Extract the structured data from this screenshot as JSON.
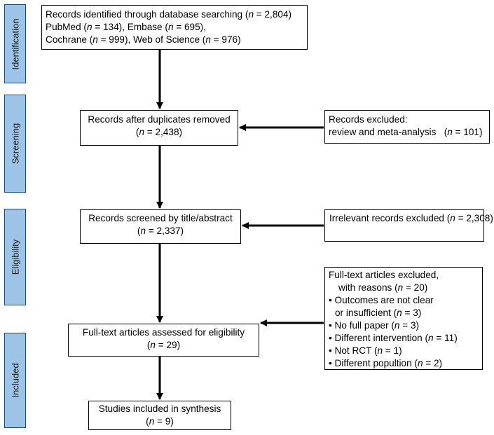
{
  "stages": {
    "identification": "Identification",
    "screening": "Screening",
    "eligibility": "Eligibility",
    "included": "Included"
  },
  "main": {
    "identified": {
      "line1_text": "Records identified through database searching (",
      "line1_n": "n",
      "line1_tail": " = 2,804)",
      "line2_a": "PubMed (",
      "line2_n1": "n",
      "line2_b": " = 134), Embase (",
      "line2_n2": "n",
      "line2_c": " = 695),",
      "line3_a": "Cochrane (",
      "line3_n1": "n",
      "line3_b": " = 999), Web of Science (",
      "line3_n2": "n",
      "line3_c": " = 976)"
    },
    "after_duplicates": {
      "line1": "Records after duplicates removed",
      "line2_open": "(",
      "line2_n": "n",
      "line2_tail": " = 2,438)"
    },
    "screened": {
      "line1": "Records screened by title/abstract",
      "line2_open": "(",
      "line2_n": "n",
      "line2_tail": " = 2,337)"
    },
    "fulltext": {
      "line1": "Full-text articles assessed for eligibility",
      "line2_open": "(",
      "line2_n": "n",
      "line2_tail": " = 29)"
    },
    "included": {
      "line1": "Studies included in synthesis",
      "line2_open": "(",
      "line2_n": "n",
      "line2_tail": " = 9)"
    }
  },
  "side": {
    "excluded_reviews": {
      "line1": "Records excluded:",
      "line2_text": "review and meta-analysis   (",
      "line2_n": "n",
      "line2_tail": " = 101)"
    },
    "irrelevant": {
      "text": "Irrelevant records excluded (",
      "n": "n",
      "tail": " = 2,308)"
    },
    "fulltext_excluded": {
      "title": "Full-text articles excluded,",
      "subtitle_text": "with reasons (",
      "subtitle_n": "n",
      "subtitle_tail": " = 20)",
      "reasons": [
        {
          "bullet": "•",
          "text": " Outcomes are not clear",
          "cont": "or insufficient (",
          "n": "n",
          "tail": " = 3)"
        },
        {
          "bullet": "•",
          "text": " No full paper (",
          "n": "n",
          "tail": " = 3)"
        },
        {
          "bullet": "•",
          "text": " Different intervention (",
          "n": "n",
          "tail": " = 11)"
        },
        {
          "bullet": "•",
          "text": " Not RCT (",
          "n": "n",
          "tail": " = 1)"
        },
        {
          "bullet": "•",
          "text": " Different popultion (",
          "n": "n",
          "tail": " = 2)"
        }
      ]
    }
  },
  "colors": {
    "stage_fill": "#9dc3e6",
    "stage_border": "#1f4e79",
    "line": "#000000"
  }
}
